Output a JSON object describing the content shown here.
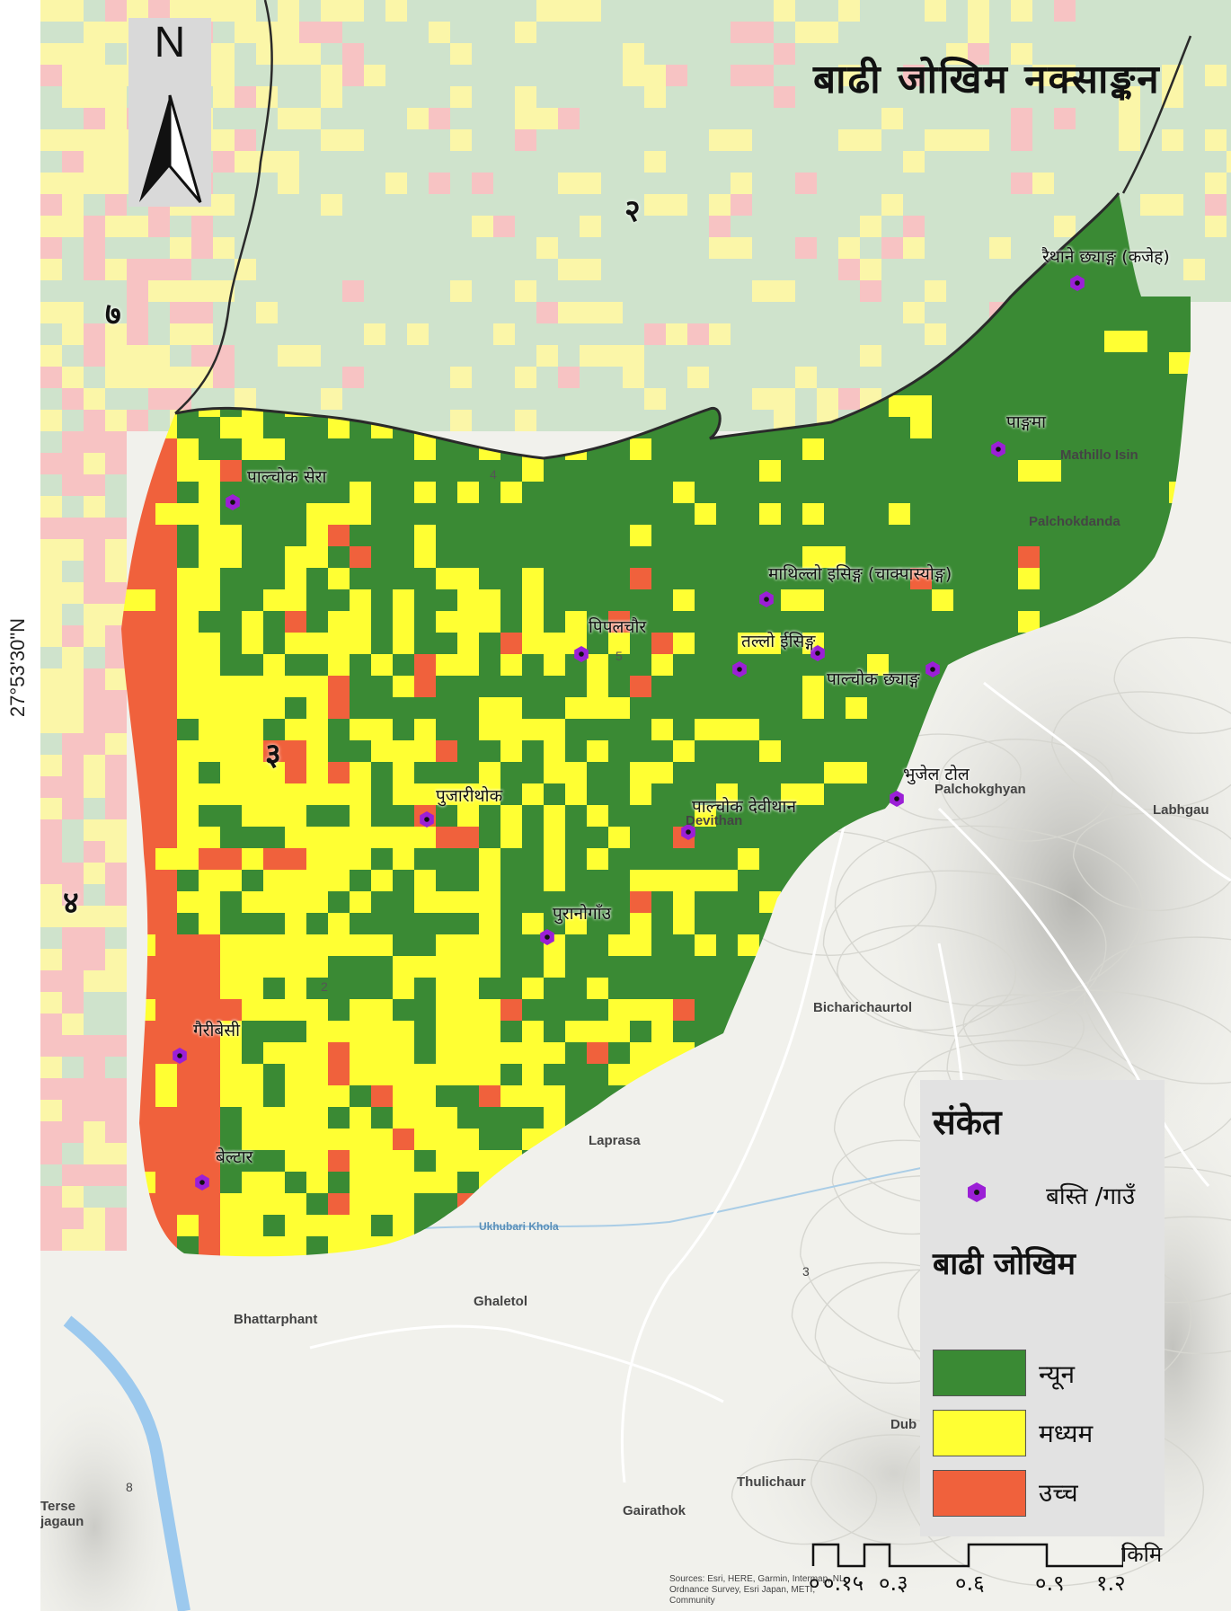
{
  "title": "बाढी जोखिम नक्साङ्कन",
  "north_symbol": "N",
  "latitude_label": "27°53'30\"N",
  "wards": [
    {
      "id": "ward-2",
      "label": "२"
    },
    {
      "id": "ward-3",
      "label": "३"
    },
    {
      "id": "ward-4",
      "label": "४"
    },
    {
      "id": "ward-7",
      "label": "७"
    }
  ],
  "settlements": [
    {
      "id": "raithane-chhyang",
      "label": "रैथाने छ्याङ्ग (कजेह)"
    },
    {
      "id": "pangma",
      "label": "पाङ्गमा"
    },
    {
      "id": "palchok-sera",
      "label": "पाल्चोक सेरा"
    },
    {
      "id": "mathillo-ising",
      "label": "माथिल्लो इसिङ्ग (चाक्पास्योङ्ग)"
    },
    {
      "id": "pipalchaur",
      "label": "पिपलचौर"
    },
    {
      "id": "tallo-ising",
      "label": "तल्लो ईसिङ्ग"
    },
    {
      "id": "palchok-chhyang",
      "label": "पाल्चोक छ्याङ्ग"
    },
    {
      "id": "bhujel-tol",
      "label": "भुजेल टोल"
    },
    {
      "id": "pujarithok",
      "label": "पुजारीथोक"
    },
    {
      "id": "palchok-devithan",
      "label": "पाल्चोक देवीथान"
    },
    {
      "id": "puranogaun",
      "label": "पुरानोगाँउ"
    },
    {
      "id": "gauribesi",
      "label": "गैरीबेसी"
    },
    {
      "id": "beltar",
      "label": "बेल्टार"
    }
  ],
  "basemap_labels": [
    {
      "id": "mathillo-isin",
      "label": "Mathillo Isin"
    },
    {
      "id": "palchokdanda",
      "label": "Palchokdanda"
    },
    {
      "id": "palchokghyan",
      "label": "Palchokghyan"
    },
    {
      "id": "labhgau",
      "label": "Labhgau"
    },
    {
      "id": "devithan",
      "label": "Devithan"
    },
    {
      "id": "bicharichaurtol",
      "label": "Bicharichaurtol"
    },
    {
      "id": "laprasa",
      "label": "Laprasa"
    },
    {
      "id": "ukhubari-khola",
      "label": "Ukhubari Khola"
    },
    {
      "id": "ghaletol",
      "label": "Ghaletol"
    },
    {
      "id": "bhattarphant",
      "label": "Bhattarphant"
    },
    {
      "id": "thulichaur",
      "label": "Thulichaur"
    },
    {
      "id": "gairathok",
      "label": "Gairathok"
    },
    {
      "id": "dub",
      "label": "Dub"
    },
    {
      "id": "terse-jagaun",
      "label": "Terse jagaun"
    },
    {
      "id": "num-8",
      "label": "8"
    },
    {
      "id": "num-3",
      "label": "3"
    },
    {
      "id": "num-2",
      "label": "2"
    },
    {
      "id": "num-5",
      "label": "5"
    },
    {
      "id": "num-4",
      "label": "4"
    }
  ],
  "legend": {
    "title": "संकेत",
    "settlement_label": "बस्ति /गाउँ",
    "risk_title": "बाढी जोखिम",
    "classes": [
      {
        "label": "न्यून",
        "color": "#3a8a34"
      },
      {
        "label": "मध्यम",
        "color": "#ffff33"
      },
      {
        "label": "उच्च",
        "color": "#f0613c"
      }
    ]
  },
  "scalebar": {
    "unit": "किमि",
    "ticks": [
      "०",
      "०.१५",
      "०.३",
      "०.६",
      "०.९",
      "१.२"
    ]
  },
  "attribution": "Sources: Esri, HERE, Garmin, Intermap, NL, Ordnance Survey, Esri Japan, METI, Community",
  "colors": {
    "low": "#3a8a34",
    "medium": "#ffff33",
    "high": "#f0613c",
    "outside_green": "#cfe3cc",
    "outside_yellow": "#fbf6a8",
    "outside_pink": "#f7c3c3",
    "marker": "#9b1fd6"
  }
}
